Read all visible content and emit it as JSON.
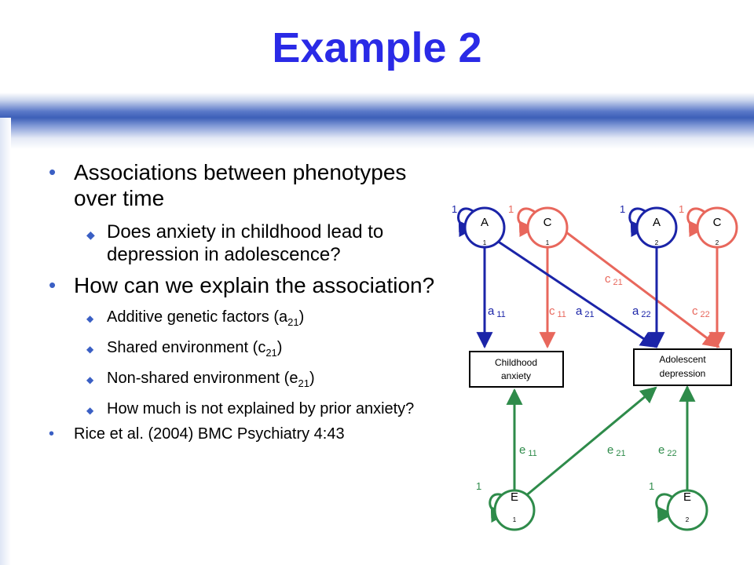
{
  "slide": {
    "title": "Example 2",
    "bullets": [
      {
        "pre": "Associations between phenotypes over time"
      },
      {
        "pre": "Does anxiety in childhood lead to depression in adolescence?"
      },
      {
        "pre": "How can we explain the association?"
      },
      {
        "pre": "Additive genetic factors (a",
        "sub": "21",
        "post": ")"
      },
      {
        "pre": "Shared environment (c",
        "sub": "21",
        "post": ")"
      },
      {
        "pre": "Non-shared environment (e",
        "sub": "21",
        "post": ")"
      },
      {
        "pre": "How much is not explained by prior anxiety?"
      },
      {
        "pre": "Rice et al. (2004) BMC Psychiatry 4:43"
      }
    ]
  },
  "diagram": {
    "colors": {
      "a": "#1b24a8",
      "c": "#e8675c",
      "e": "#2e8b4a"
    },
    "latent": {
      "A1": {
        "letter": "A",
        "index": "1",
        "variance": "1"
      },
      "C1": {
        "letter": "C",
        "index": "1",
        "variance": "1"
      },
      "A2": {
        "letter": "A",
        "index": "2",
        "variance": "1"
      },
      "C2": {
        "letter": "C",
        "index": "2",
        "variance": "1"
      },
      "E1": {
        "letter": "E",
        "index": "1",
        "variance": "1"
      },
      "E2": {
        "letter": "E",
        "index": "2",
        "variance": "1"
      }
    },
    "observed": {
      "child_line1": "Childhood",
      "child_line2": "anxiety",
      "adol_line1": "Adolescent",
      "adol_line2": "depression"
    },
    "paths": {
      "a11": {
        "base": "a",
        "sub": "11"
      },
      "c11": {
        "base": "c",
        "sub": "11"
      },
      "a21": {
        "base": "a",
        "sub": "21"
      },
      "c21": {
        "base": "c",
        "sub": "21"
      },
      "a22": {
        "base": "a",
        "sub": "22"
      },
      "c22": {
        "base": "c",
        "sub": "22"
      },
      "e11": {
        "base": "e",
        "sub": "11"
      },
      "e21": {
        "base": "e",
        "sub": "21"
      },
      "e22": {
        "base": "e",
        "sub": "22"
      }
    }
  }
}
